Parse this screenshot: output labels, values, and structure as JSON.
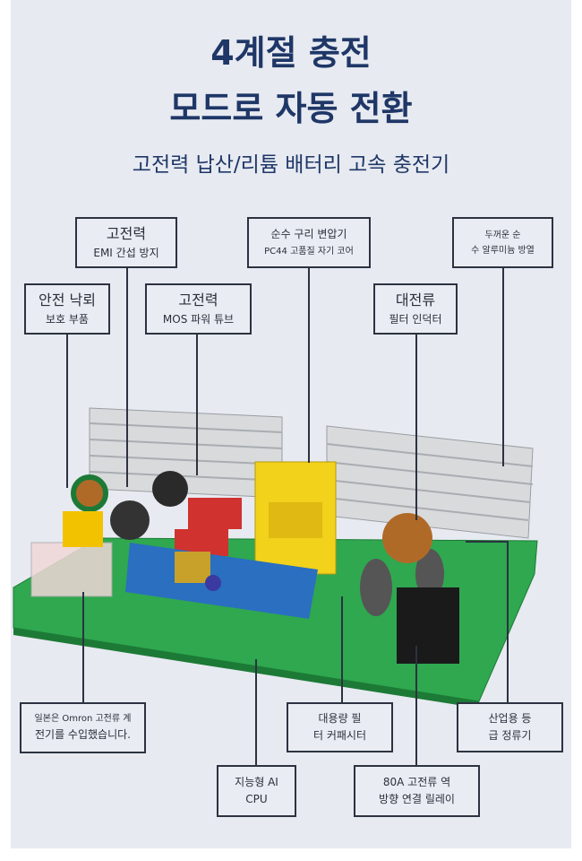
{
  "title": {
    "line1": "4계절 충전",
    "line2": "모드로 자동 전환",
    "subtitle": "고전력 납산/리튬 배터리 고속 충전기"
  },
  "labels": {
    "emi": {
      "l1": "고전력",
      "l2": "EMI 간섭 방지"
    },
    "transformer": {
      "l1": "순수 구리 변압기",
      "l2": "PC44 고품질 자기 코어"
    },
    "heatsink": {
      "l1": "두꺼운 순",
      "l2": "수 알루미늄 방열"
    },
    "lightning": {
      "l1": "안전 낙뢰",
      "l2": "보호 부품"
    },
    "mos": {
      "l1": "고전력",
      "l2": "MOS 파워 튜브"
    },
    "inductor": {
      "l1": "대전류",
      "l2": "필터 인덕터"
    },
    "omron": {
      "l1": "일본은 Omron 고전류 계",
      "l2": "전기를 수입했습니다."
    },
    "capacitor": {
      "l1": "대용량 필",
      "l2": "터 커패시터"
    },
    "rectifier": {
      "l1": "산업용 등",
      "l2": "급 정류기"
    },
    "cpu": {
      "l1": "지능형 AI",
      "l2": "CPU"
    },
    "relay": {
      "l1": "80A 고전류 역",
      "l2": "방향 연결 릴레이"
    }
  },
  "colors": {
    "title": "#1f3767",
    "board": "#2fa84f",
    "background": "#e7eaf1"
  }
}
